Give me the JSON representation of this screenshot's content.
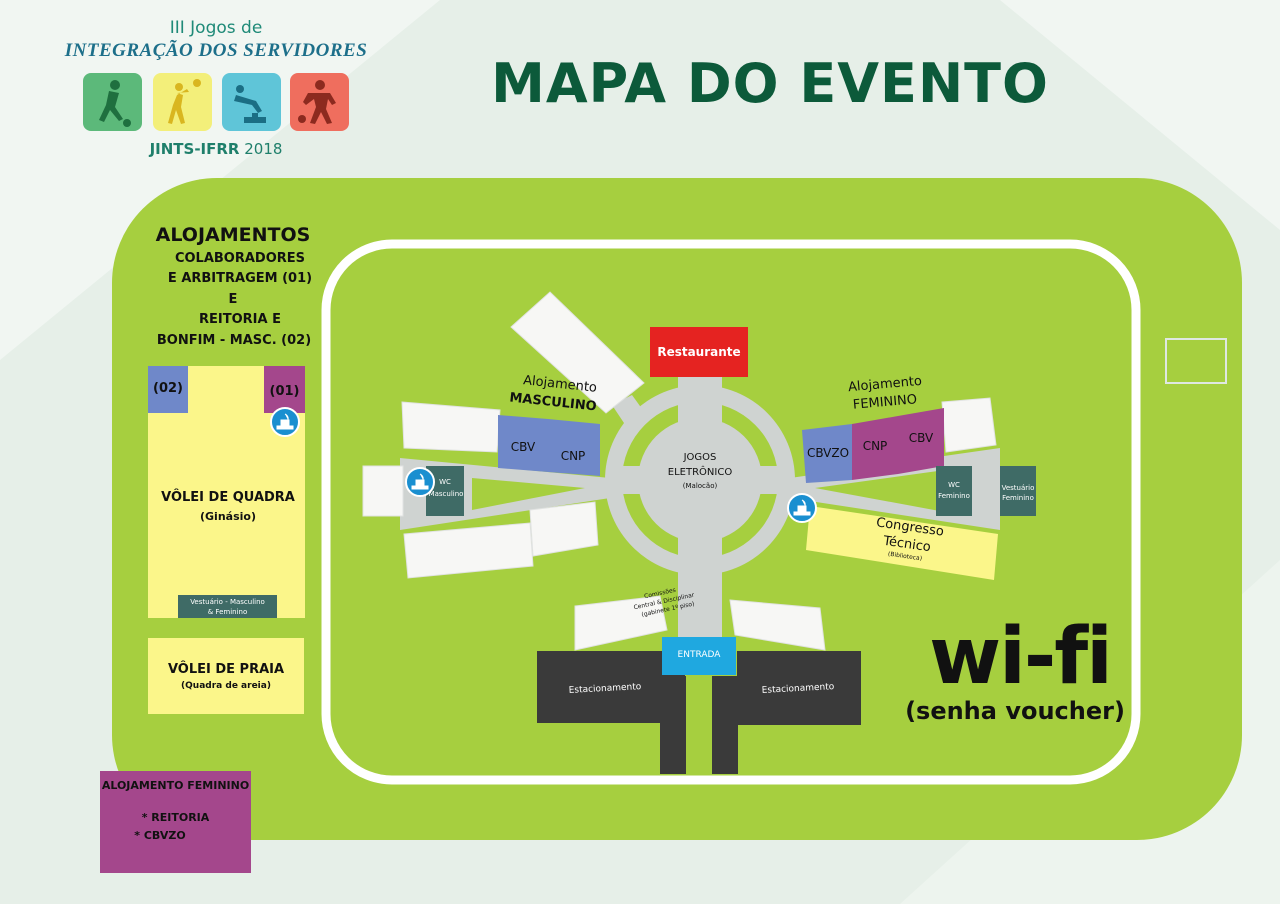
{
  "logo": {
    "line1": "III Jogos de",
    "line2": "INTEGRAÇÃO DOS SERVIDORES",
    "line3_bold": "JINTS-IFRR",
    "line3_year": "2018",
    "tiles": [
      {
        "icon": "soccer-player-icon",
        "color": "#5cb97a"
      },
      {
        "icon": "volleyball-player-icon",
        "color": "#f3ef7a"
      },
      {
        "icon": "swimmer-diving-icon",
        "color": "#5fc5d8"
      },
      {
        "icon": "table-tennis-player-icon",
        "color": "#ef6e5e"
      }
    ]
  },
  "title": "MAPA DO EVENTO",
  "colors": {
    "grass": "#a6cf3f",
    "restaurant": "#e52321",
    "blue_block": "#6f88c9",
    "purple_block": "#a4478c",
    "yellow_block": "#fbf68a",
    "wc_block": "#3f6b66",
    "parking": "#3a3a3a",
    "entrance": "#1fa8e0",
    "road": "#cfd3d1"
  },
  "left_panel": {
    "heading": "ALOJAMENTOS",
    "line1": "COLABORADORES",
    "line2": "E ARBITRAGEM (01)",
    "line3": "E",
    "line4": "REITORIA E",
    "line5": "BONFIM - MASC.  (02)",
    "tag_02": "(02)",
    "tag_01": "(01)",
    "court_title": "VÔLEI DE QUADRA",
    "court_sub": "(Ginásio)",
    "changing_room_l1": "Vestuário - Masculino",
    "changing_room_l2": "& Feminino",
    "beach_title": "VÔLEI DE PRAIA",
    "beach_sub": "(Quadra de areia)",
    "female_lodging_title": "ALOJAMENTO FEMININO",
    "female_lodging_l1": "* REITORIA",
    "female_lodging_l2": "* CBVZO"
  },
  "campus": {
    "restaurant": "Restaurante",
    "male_lodging_l1": "Alojamento",
    "male_lodging_l2": "MASCULINO",
    "male_cbv": "CBV",
    "male_cnp": "CNP",
    "wc_male_l1": "WC",
    "wc_male_l2": "Masculino",
    "center_l1": "JOGOS",
    "center_l2": "ELETRÔNICO",
    "center_l3": "(Malocão)",
    "female_lodging_l1": "Alojamento",
    "female_lodging_l2": "FEMININO",
    "female_cbvzo": "CBVZO",
    "female_cnp": "CNP",
    "female_cbv": "CBV",
    "wc_female_l1": "WC",
    "wc_female_l2": "Feminino",
    "vestiario_l1": "Vestuário",
    "vestiario_l2": "Feminino",
    "congress_l1": "Congresso",
    "congress_l2": "Técnico",
    "congress_l3": "(Biblioteca)",
    "commission_l1": "Comissões",
    "commission_l2": "Central & Disciplinar",
    "commission_l3": "(gabinete 1º piso)",
    "entrance": "ENTRADA",
    "parking_left": "Estacionamento",
    "parking_right": "Estacionamento",
    "wifi": "wi-fi",
    "wifi_sub": "(senha voucher)"
  },
  "water_icons": [
    "water-fountain-icon",
    "water-fountain-icon",
    "water-fountain-icon"
  ]
}
